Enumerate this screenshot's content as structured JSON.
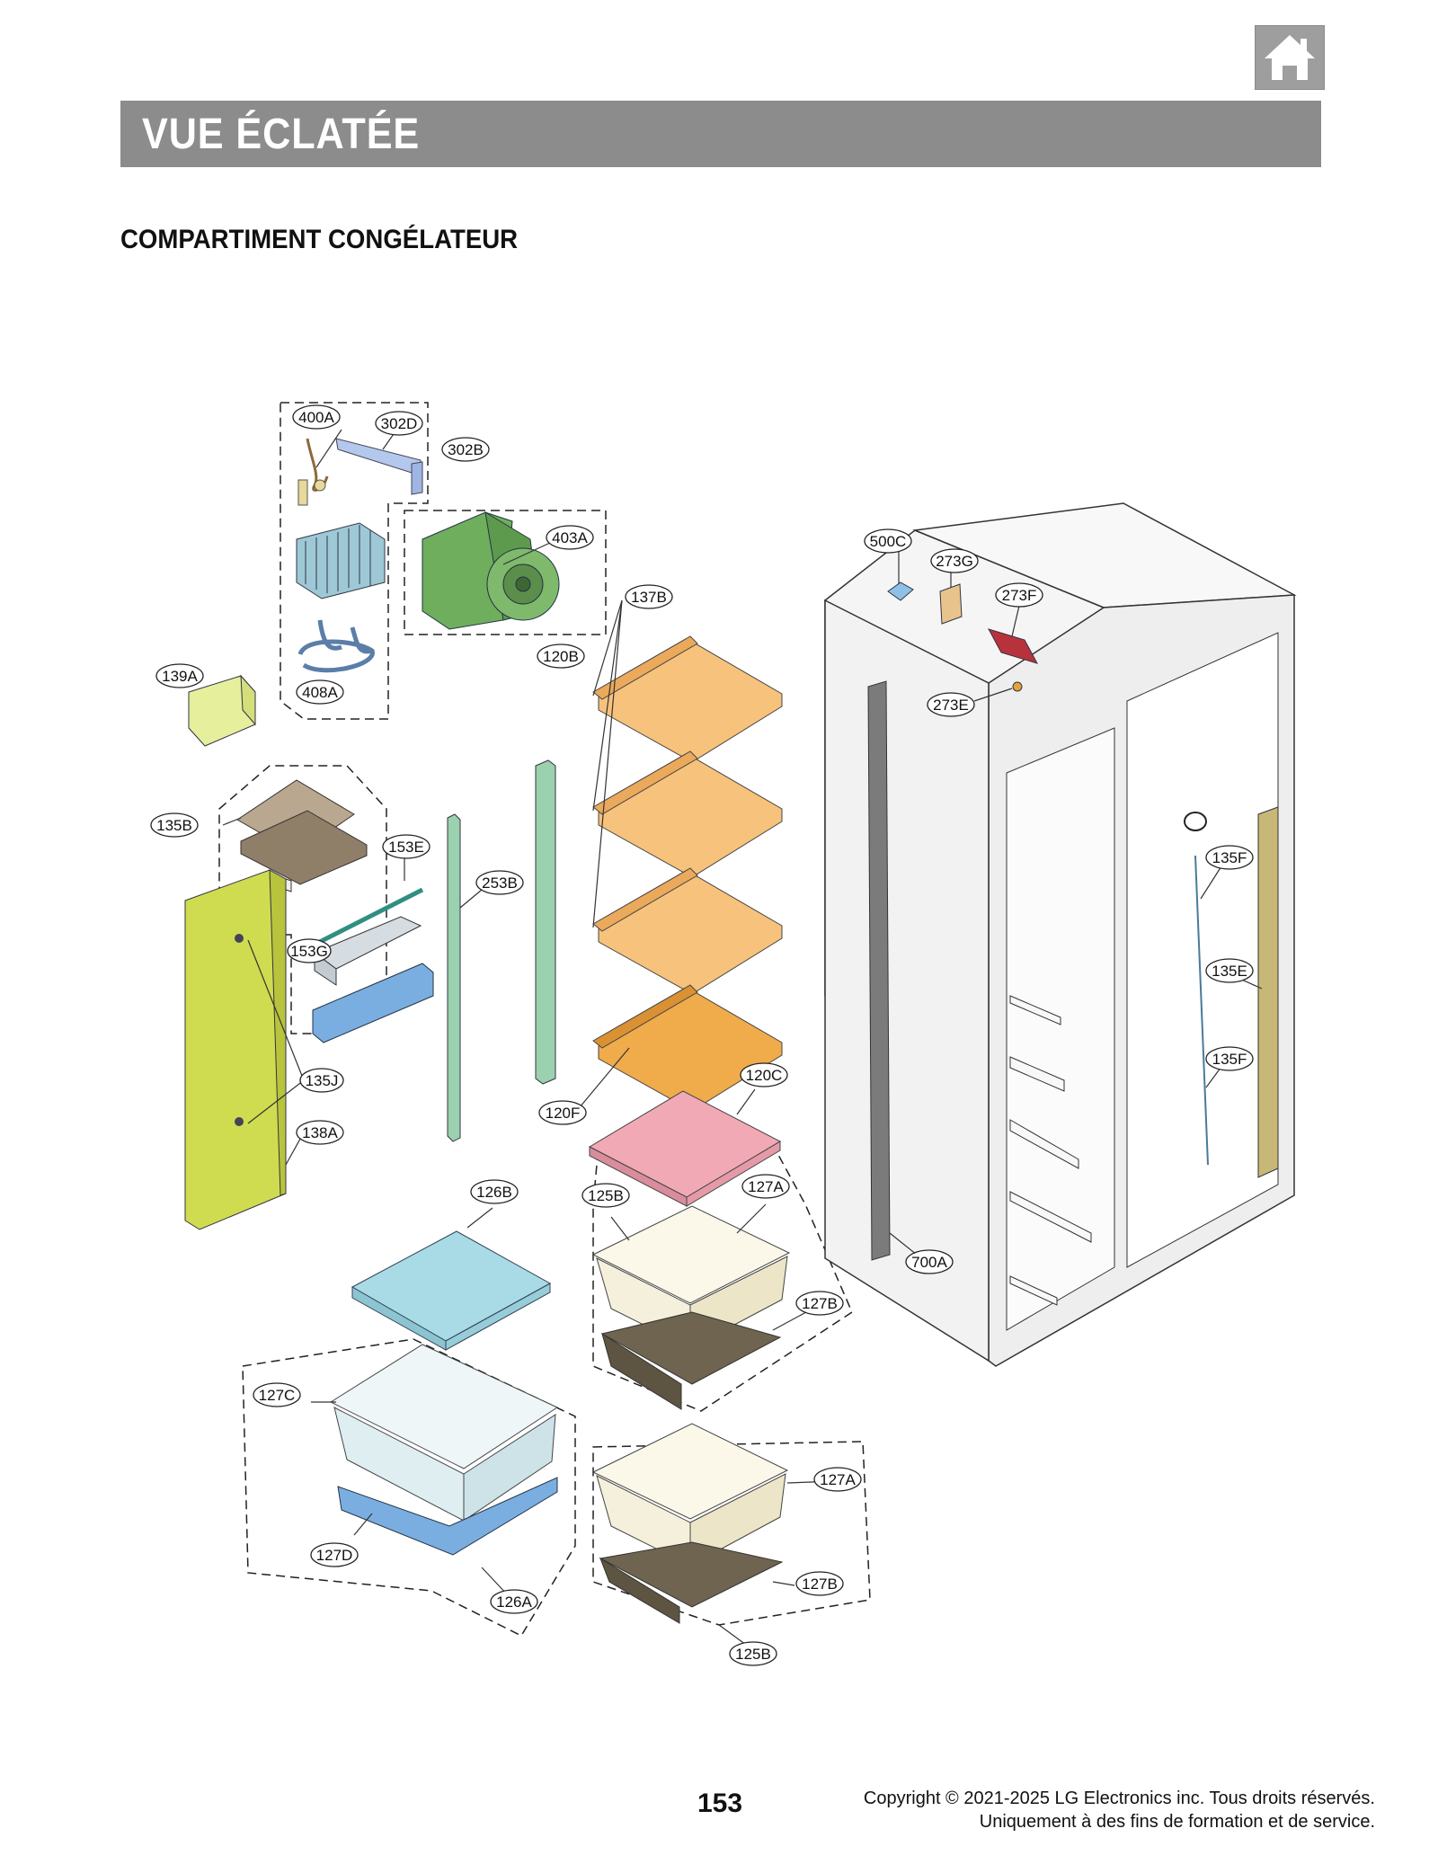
{
  "header": {
    "home_icon": "home-icon",
    "title": "VUE ÉCLATÉE"
  },
  "section_title": "COMPARTIMENT CONGÉLATEUR",
  "part_labels": {
    "p400A": "400A",
    "p302D": "302D",
    "p302B": "302B",
    "p403A": "403A",
    "p137B": "137B",
    "p408A": "408A",
    "p139A": "139A",
    "p120B": "120B",
    "p500C": "500C",
    "p273G": "273G",
    "p273F": "273F",
    "p273E": "273E",
    "p135B": "135B",
    "p153E": "153E",
    "p253B": "253B",
    "p153G": "153G",
    "p135F_top": "135F",
    "p135E": "135E",
    "p135F_bottom": "135F",
    "p135J": "135J",
    "p120C": "120C",
    "p120F": "120F",
    "p138A": "138A",
    "p126B": "126B",
    "p125B_top": "125B",
    "p127A_top": "127A",
    "p700A": "700A",
    "p127B_top": "127B",
    "p127C": "127C",
    "p127A_bottom": "127A",
    "p127D": "127D",
    "p127B_bottom": "127B",
    "p126A": "126A",
    "p125B_bottom": "125B"
  },
  "colors": {
    "banner": "#8c8c8c",
    "evaporator_green": "#6fae5c",
    "shelf_orange": "#f7c27c",
    "shelf_pink": "#f1a9b6",
    "panel_yellow": "#cfdc4f",
    "rail_green": "#9bd1ae",
    "cover_blue": "#a8dbe6",
    "tray_blue": "#7aaee0",
    "bin_cream": "#f4f0dc",
    "tray_brown": "#6f6450",
    "bracket_red": "#b8323c"
  },
  "footer": {
    "page_number": "153",
    "copyright_line1": "Copyright © 2021-2025 LG Electronics inc. Tous droits réservés.",
    "copyright_line2": "Uniquement à des fins de formation et de service."
  }
}
